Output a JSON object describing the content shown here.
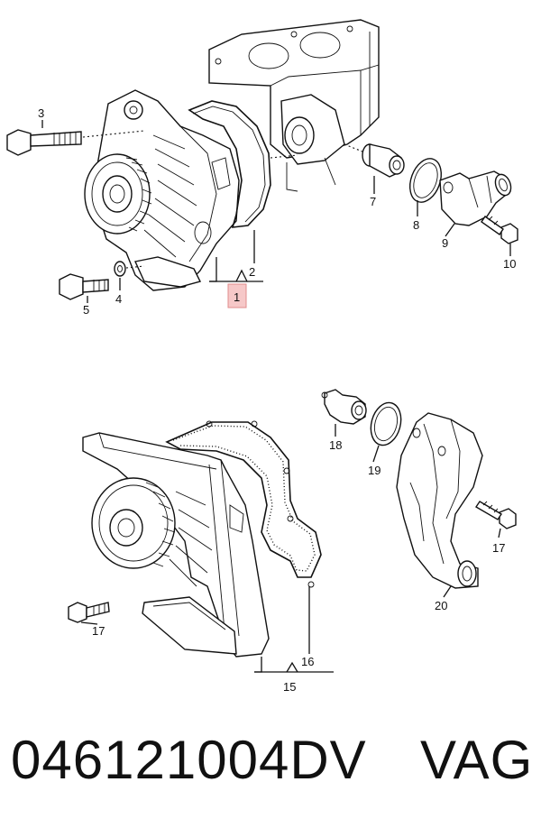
{
  "diagram": {
    "upper_group": {
      "callouts": [
        "1",
        "2",
        "3",
        "4",
        "5",
        "7",
        "8",
        "9",
        "10"
      ],
      "highlighted_callout": "1",
      "highlight_color": "#f6c8c8"
    },
    "lower_group": {
      "callouts": [
        "15",
        "16",
        "17",
        "17",
        "18",
        "19",
        "20"
      ]
    }
  },
  "footer": {
    "part_number": "046121004DV",
    "brand": "VAG"
  }
}
